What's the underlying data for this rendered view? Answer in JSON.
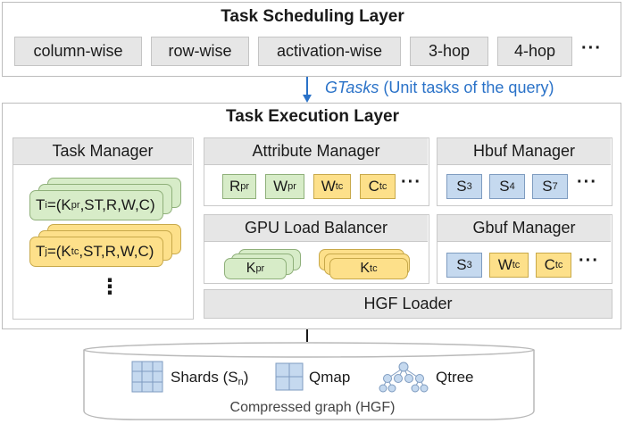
{
  "scheduling": {
    "title": "Task Scheduling Layer",
    "tasks": [
      "column-wise",
      "row-wise",
      "activation-wise",
      "3-hop",
      "4-hop"
    ],
    "more": "···"
  },
  "flow": {
    "gtasks": "GTasks",
    "gtasks_desc": "(Unit tasks of the query)"
  },
  "execution": {
    "title": "Task Execution Layer",
    "task_manager": {
      "title": "Task Manager",
      "ti": {
        "T": "T",
        "sub": "i",
        "pre": "=(K",
        "ksub": "pr",
        "post": ",ST,R,W,C)"
      },
      "tj": {
        "T": "T",
        "sub": "j",
        "pre": "=(K",
        "ksub": "tc",
        "post": ",ST,R,W,C)"
      },
      "more": "⋮"
    },
    "attribute_manager": {
      "title": "Attribute Manager",
      "chips": [
        {
          "main": "R",
          "sub": "pr"
        },
        {
          "main": "W",
          "sub": "pr"
        },
        {
          "main": "W",
          "sub": "tc"
        },
        {
          "main": "C",
          "sub": "tc"
        }
      ],
      "more": "···"
    },
    "hbuf_manager": {
      "title": "Hbuf Manager",
      "chips": [
        {
          "main": "S",
          "sub": "3"
        },
        {
          "main": "S",
          "sub": "4"
        },
        {
          "main": "S",
          "sub": "7"
        }
      ],
      "more": "···"
    },
    "gpu_balancer": {
      "title": "GPU Load Balancer",
      "k_pr": {
        "main": "K",
        "sub": "pr"
      },
      "k_tc": {
        "main": "K",
        "sub": "tc"
      }
    },
    "gbuf_manager": {
      "title": "Gbuf Manager",
      "chips": [
        {
          "main": "S",
          "sub": "3"
        },
        {
          "main": "W",
          "sub": "tc"
        },
        {
          "main": "C",
          "sub": "tc"
        }
      ],
      "more": "···"
    },
    "hgf_loader": "HGF Loader"
  },
  "storage": {
    "shards": {
      "label": "Shards (S",
      "sub": "n",
      "close": ")"
    },
    "qmap": "Qmap",
    "qtree": "Qtree",
    "caption": "Compressed graph (HGF)"
  },
  "colors": {
    "green": "#d7ecc8",
    "yellow": "#fde08a",
    "blue": "#c5d9ef",
    "gray": "#e6e6e6",
    "accent": "#2a72c8"
  }
}
